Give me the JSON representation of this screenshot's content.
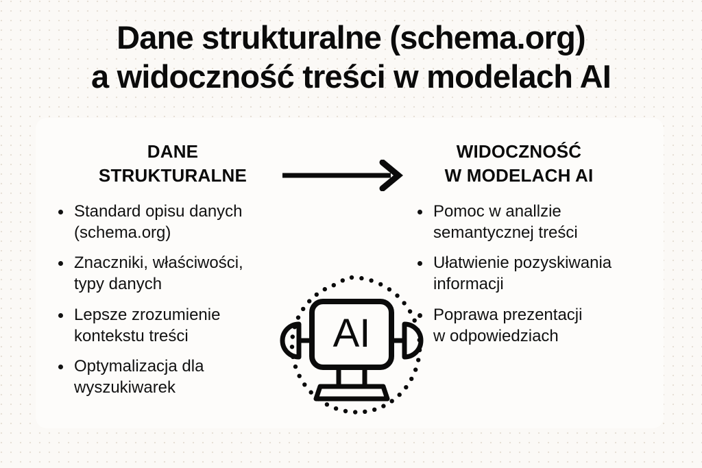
{
  "title": {
    "line1": "Dane strukturalne (schema.org)",
    "line2": "a widoczność treści w modelach AI"
  },
  "columns": {
    "left": {
      "heading_line1": "DANE",
      "heading_line2": "STRUKTURALNE",
      "bullets": [
        {
          "line1": "Standard opisu danych",
          "line2": "(schema.org)"
        },
        {
          "line1": "Znaczniki, właściwości,",
          "line2": "typy danych"
        },
        {
          "line1": "Lepsze zrozumienie",
          "line2": "kontekstu treści"
        },
        {
          "line1": "Optymalizacja dla",
          "line2": "wyszukiwarek"
        }
      ]
    },
    "right": {
      "heading_line1": "WIDOCZNOŚĆ",
      "heading_line2": "W MODELACH AI",
      "bullets": [
        {
          "line1": "Pomoc w anallzie",
          "line2": "semantycznej treści"
        },
        {
          "line1": "Ułatwienie pozyskiwania",
          "line2": "informacji"
        },
        {
          "line1": "Poprawa prezentacji",
          "line2": "w odpowiedziach"
        }
      ]
    }
  },
  "arrow": {
    "icon": "arrow-right-icon",
    "direction": "left-to-right"
  },
  "ai_badge": {
    "icon": "ai-robot-monitor-icon",
    "label": "AI",
    "dot_count": 40
  },
  "colors": {
    "page_background": "#fbf9f6",
    "background_dots": "#e7e0d6",
    "card_background": "#fdfcfa",
    "ink": "#0b0b0b",
    "body_text": "#111111"
  }
}
